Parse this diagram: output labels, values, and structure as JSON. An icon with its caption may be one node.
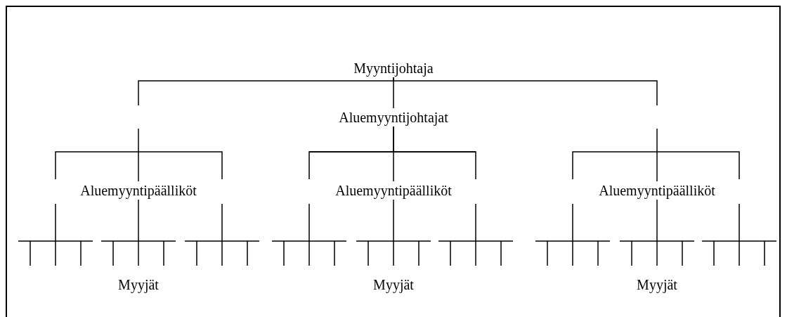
{
  "diagram": {
    "nodes": [
      {
        "text": [
          "Myyntijohtaja"
        ]
      },
      {
        "text": [
          "Aluemyyntijohtajat"
        ]
      },
      {
        "text": [
          "Aluemyyntipäälliköt"
        ]
      },
      {
        "text": [
          "Aluemyyntipäälliköt"
        ]
      },
      {
        "text": [
          "Aluemyyntipäälliköt"
        ]
      }
    ],
    "edges": [
      {
        "from": 0,
        "to": 1,
        "arrow": "none"
      },
      {
        "from": 0,
        "to": null,
        "arrow": "none"
      },
      {
        "from": 0,
        "to": null,
        "arrow": "none"
      },
      {
        "from": null,
        "to": 2,
        "arrow": "none"
      },
      {
        "from": 1,
        "to": 3,
        "arrow": "none"
      },
      {
        "from": null,
        "to": 4,
        "arrow": "none"
      },
      {
        "from": 1,
        "to": null,
        "arrow": "none"
      },
      {
        "from": 1,
        "to": null,
        "arrow": "none"
      },
      {
        "from": 2,
        "to": null,
        "arrow": "none"
      },
      {
        "from": 3,
        "to": null,
        "arrow": "none"
      },
      {
        "from": 4,
        "to": null,
        "arrow": "none"
      }
    ],
    "labels": [
      "Myyjät",
      "Myyjät",
      "Myyjät"
    ]
  }
}
